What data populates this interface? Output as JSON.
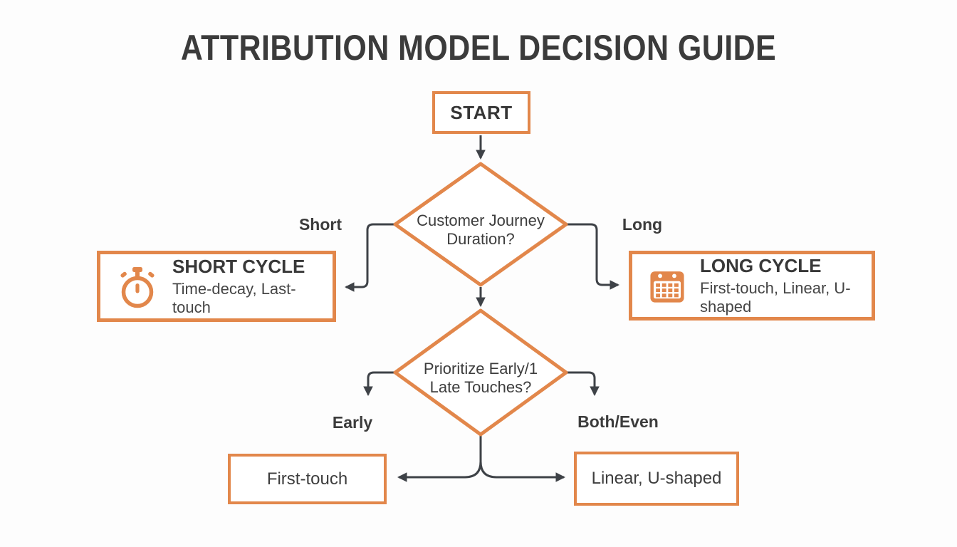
{
  "title": "ATTRIBUTION MODEL DECISION GUIDE",
  "colors": {
    "accent_orange": "#e2874b",
    "line_dark": "#3e4247",
    "text_dark": "#3a3a3a",
    "background": "#fdfdfd",
    "node_fill": "#ffffff"
  },
  "flowchart": {
    "start": {
      "label": "START"
    },
    "decision1": {
      "line1": "Customer Journey",
      "line2": "Duration?"
    },
    "decision2": {
      "line1": "Prioritize Early/1",
      "line2": "Late Touches?"
    },
    "branch_labels": {
      "short": "Short",
      "long": "Long",
      "early": "Early",
      "both_even": "Both/Even"
    },
    "short_cycle": {
      "icon": "stopwatch-icon",
      "title": "SHORT CYCLE",
      "subtitle": "Time-decay, Last-touch"
    },
    "long_cycle": {
      "icon": "calendar-icon",
      "title": "LONG CYCLE",
      "subtitle": "First-touch, Linear, U-shaped"
    },
    "first_touch": {
      "label": "First-touch"
    },
    "linear_u": {
      "label": "Linear, U-shaped"
    }
  }
}
